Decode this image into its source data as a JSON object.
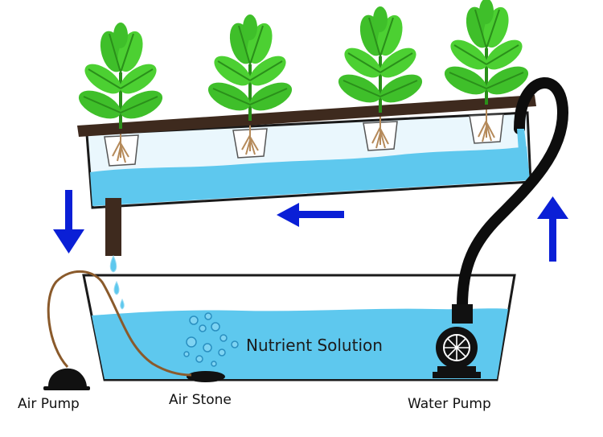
{
  "labels": {
    "nutrient_solution": "Nutrient Solution",
    "air_pump": "Air Pump",
    "air_stone": "Air Stone",
    "water_pump": "Water Pump"
  },
  "colors": {
    "water": "#5ec8ee",
    "water_light": "#c6ecfa",
    "tank_outline": "#1a1a1a",
    "rail": "#3e2a1e",
    "hose": "#0d0d0d",
    "air_line": "#8a5a2b",
    "arrow": "#0a1fd6",
    "leaf": "#3fbf2a",
    "leaf_dark": "#2a8f1a",
    "root": "#b58a5a"
  },
  "flow_arrows": [
    "down",
    "left",
    "up"
  ],
  "plant_count": 4
}
